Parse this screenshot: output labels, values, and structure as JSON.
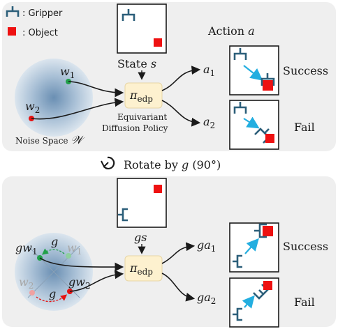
{
  "legend": {
    "gripper_label": ": Gripper",
    "object_label": ": Object"
  },
  "top_panel": {
    "state_label": "State ",
    "state_symbol": "s",
    "action_title": "Action ",
    "action_symbol": "a",
    "noise_label": "Noise Space ",
    "noise_symbol": "𝒲",
    "w1": "w",
    "w1_sub": "1",
    "w2": "w",
    "w2_sub": "2",
    "policy_symbol": "π",
    "policy_sub": "edp",
    "policy_caption_line1": "Equivariant",
    "policy_caption_line2": "Diffusion Policy",
    "a1": "a",
    "a1_sub": "1",
    "a2": "a",
    "a2_sub": "2",
    "success_label": "Success",
    "fail_label": "Fail"
  },
  "middle": {
    "rotate_text": "Rotate by ",
    "rotate_symbol": "g",
    "rotate_angle": " (90°)"
  },
  "bottom_panel": {
    "state_g": "g",
    "state_s": "s",
    "gw1": "gw",
    "gw1_sub": "1",
    "gw2": "gw",
    "gw2_sub": "2",
    "w1": "w",
    "w1_sub": "1",
    "w2": "w",
    "w2_sub": "2",
    "g_upper": "g",
    "g_lower": "g",
    "policy_symbol": "π",
    "policy_sub": "edp",
    "ga1": "ga",
    "ga1_sub": "1",
    "ga2": "ga",
    "ga2_sub": "2",
    "success_label": "Success",
    "fail_label": "Fail"
  },
  "colors": {
    "panel_bg": "#efefef",
    "gripper": "#2c5f7a",
    "object": "#ee1111",
    "policy_box": "#fdf1cf",
    "arrow_blue": "#23aee0",
    "green_dot": "#22a04a",
    "red_dot": "#e51212"
  }
}
